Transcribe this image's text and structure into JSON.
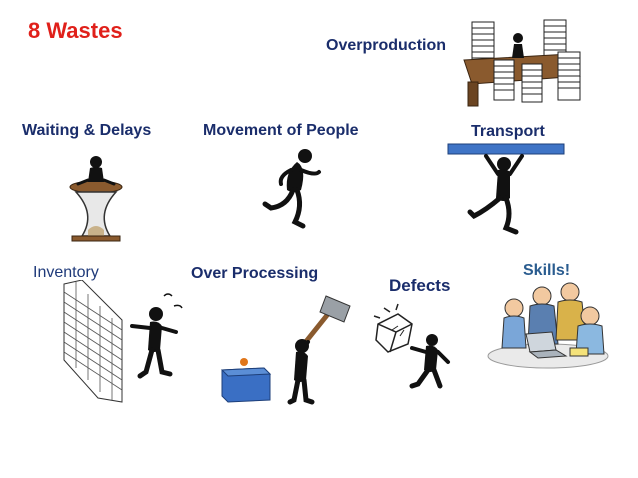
{
  "title": "8 Wastes",
  "colors": {
    "title": "#e0201a",
    "label": "#1a2d6b",
    "skills": "#2a5c8f",
    "inventory": "#1f3a7a",
    "box": "#3a6fc4",
    "beam": "#3f74c6"
  },
  "wastes": {
    "overproduction": {
      "label": "Overproduction",
      "icon": "paper-stacks-desk-icon"
    },
    "waiting": {
      "label": "Waiting & Delays",
      "icon": "hourglass-figure-icon"
    },
    "movement": {
      "label": "Movement of People",
      "icon": "running-figure-icon"
    },
    "transport": {
      "label": "Transport",
      "icon": "figure-carrying-beam-icon"
    },
    "inventory": {
      "label": "Inventory",
      "icon": "stacked-boxes-figure-icon"
    },
    "overprocessing": {
      "label": "Over Processing",
      "icon": "hammer-box-figure-icon"
    },
    "defects": {
      "label": "Defects",
      "icon": "broken-box-figure-icon"
    },
    "skills": {
      "label": "Skills!",
      "icon": "team-meeting-icon"
    }
  }
}
